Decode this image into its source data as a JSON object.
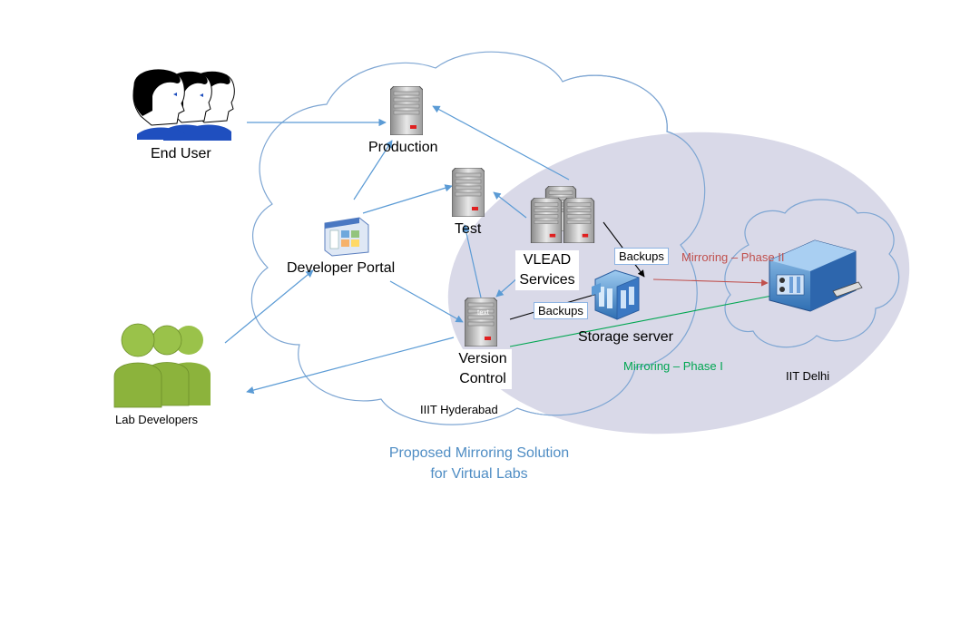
{
  "labels": {
    "end_user": "End User",
    "production": "Production",
    "test": "Test",
    "developer_portal": "Developer Portal",
    "vlead_line1": "VLEAD",
    "vlead_line2": "Services",
    "version_line1": "Version",
    "version_line2": "Control",
    "backups_top": "Backups",
    "backups_bottom": "Backups",
    "storage_server": "Storage server",
    "mirroring_phase2": "Mirroring – Phase II",
    "mirroring_phase1": "Mirroring – Phase I",
    "iit_delhi": "IIT Delhi",
    "iiit_hyderabad": "IIIT Hyderabad",
    "lab_developers": "Lab Developers",
    "caption_line1": "Proposed Mirroring Solution",
    "caption_line2": "for Virtual Labs",
    "server_screen_text": "text"
  },
  "colors": {
    "cloud_stroke": "#7ea6d3",
    "ellipse_fill": "#d9d9e8",
    "arrow_blue": "#5b9bd5",
    "arrow_black": "#000000",
    "phase2": "#c0504d",
    "phase1": "#00a651",
    "caption": "#4f8dc4",
    "lab_dev_green": "#8cb33c"
  }
}
